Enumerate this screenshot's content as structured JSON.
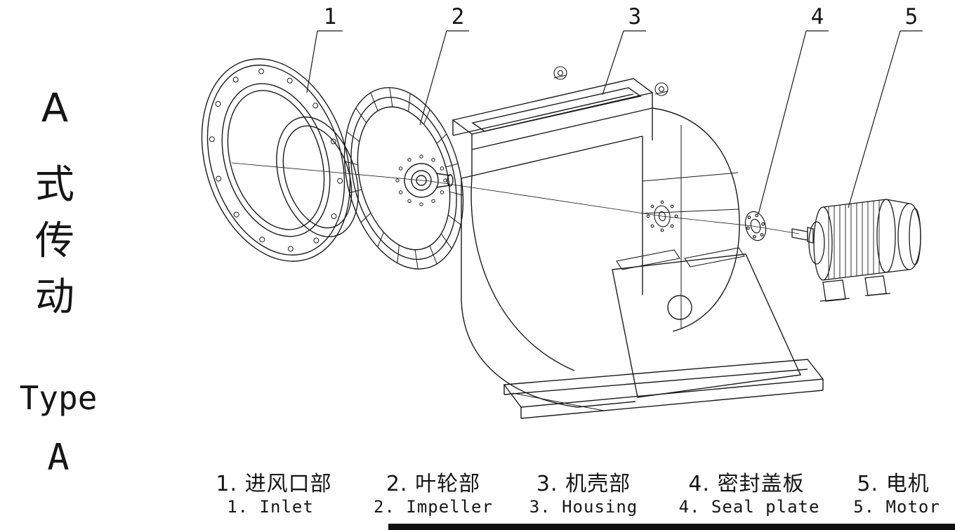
{
  "colors": {
    "ink": "#1a1a1a",
    "background": "#ffffff",
    "bottom_bar": "#101010"
  },
  "side_label": {
    "chars": [
      "A",
      "式",
      "传",
      "动"
    ],
    "type_word": "Type",
    "type_letter": "A"
  },
  "callouts": [
    {
      "num": "1"
    },
    {
      "num": "2"
    },
    {
      "num": "3"
    },
    {
      "num": "4"
    },
    {
      "num": "5"
    }
  ],
  "legend": [
    {
      "zh": "1. 进风口部",
      "en": "1. Inlet"
    },
    {
      "zh": "2. 叶轮部",
      "en": "2. Impeller"
    },
    {
      "zh": "3. 机壳部",
      "en": "3. Housing"
    },
    {
      "zh": "4. 密封盖板",
      "en": "4. Seal plate"
    },
    {
      "zh": "5. 电机",
      "en": "5. Motor"
    }
  ]
}
